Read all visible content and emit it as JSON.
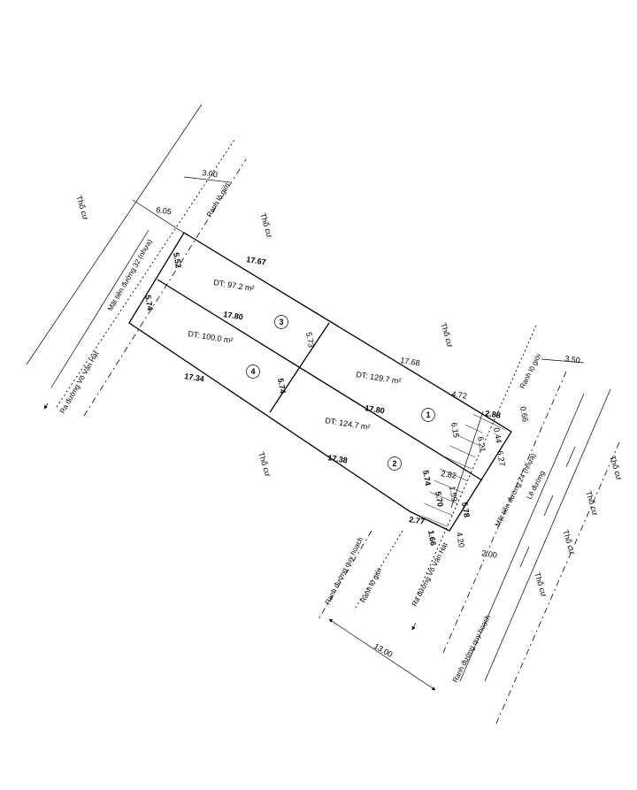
{
  "lots": [
    {
      "num": "1",
      "area": "DT: 129.7 m²"
    },
    {
      "num": "2",
      "area": "DT: 124.7 m²"
    },
    {
      "num": "3",
      "area": "DT: 97.2 m²"
    },
    {
      "num": "4",
      "area": "DT: 100.0 m²"
    }
  ],
  "neighbors": {
    "top_left": "Thổ cư",
    "top_center": "Thổ cư",
    "right_upper": "Thổ cư",
    "bottom_center": "Thổ cư",
    "far_right_1": "Thổ cư",
    "far_right_2": "Thổ cư",
    "far_right_3": "Thổ cư",
    "far_right_4": "Thổ cư"
  },
  "roads": {
    "left_face": "Mặt tiền đường 32 (nhựa)",
    "left_exit": "Ra đường Võ Văn Hát",
    "right_face": "Mặt tiền đường 24 (nhựa)",
    "right_exit": "Ra đường Võ Văn Hát",
    "shoulder": "Lề đường",
    "setback_1": "Ranh lộ giới",
    "setback_2": "Ranh lộ giới",
    "setback_3": "Ranh lộ giới",
    "planned_1": "Ranh đường quy hoạch",
    "planned_2": "Ranh đường quy hoạch"
  },
  "dimensions": {
    "d_3_00": "3.00",
    "d_6_05": "6.05",
    "d_5_52": "5.52",
    "d_5_74_left": "5.74",
    "d_17_67": "17.67",
    "d_17_80_a": "17.80",
    "d_17_34": "17.34",
    "d_5_73": "5.73",
    "d_5_74_mid": "5.74",
    "d_17_68": "17.68",
    "d_4_72": "4.72",
    "d_17_80_b": "17.80",
    "d_2_88": "2.88",
    "d_0_66": "0.66",
    "d_3_50": "3.50",
    "d_0_44": "0.44",
    "d_6_15": "6.15",
    "d_6_21": "6.21",
    "d_6_27": "6.27",
    "d_17_38": "17.38",
    "d_2_82": "2.82",
    "d_1_59": "1.59",
    "d_5_74_r": "5.74",
    "d_5_70": "5.70",
    "d_5_78": "5.78",
    "d_2_77": "2.77",
    "d_1_66": "1.66",
    "d_4_20": "4.20",
    "d_2_00": "2.00",
    "d_13_00": "13.00"
  }
}
